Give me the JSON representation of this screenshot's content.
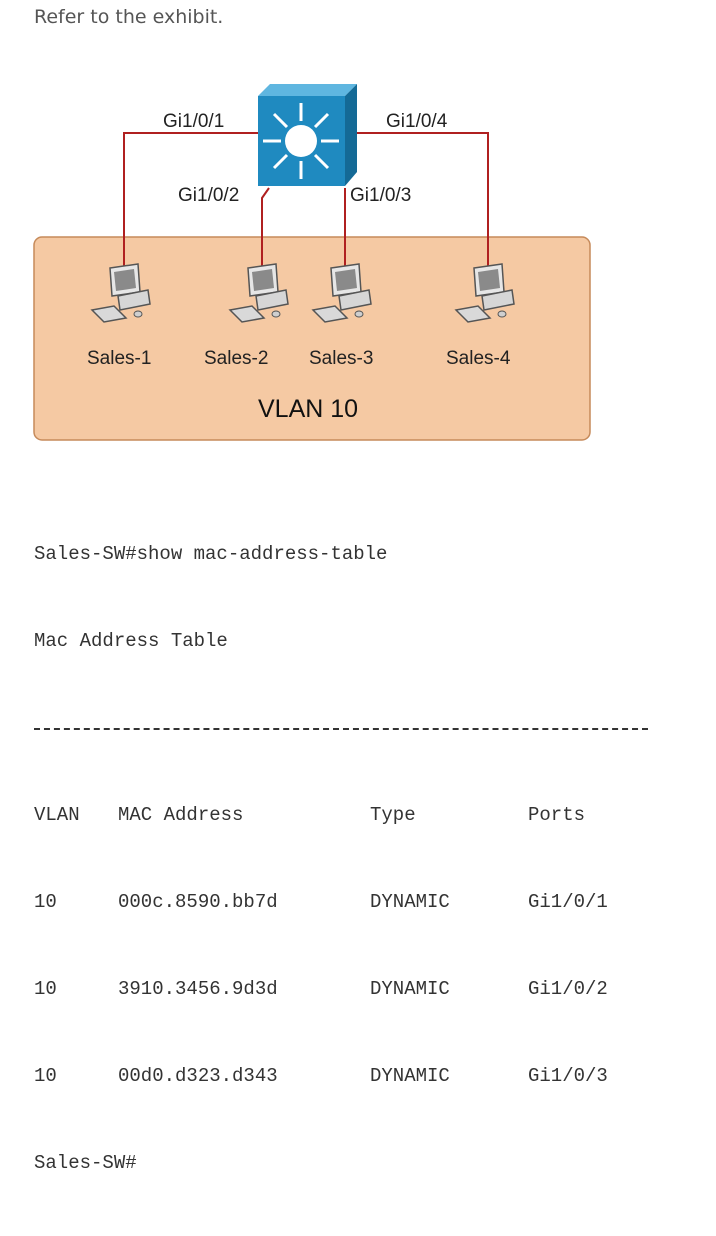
{
  "question": "Refer to the exhibit.",
  "diagram": {
    "ports": [
      "Gi1/0/1",
      "Gi1/0/2",
      "Gi1/0/3",
      "Gi1/0/4"
    ],
    "hosts": [
      "Sales-1",
      "Sales-2",
      "Sales-3",
      "Sales-4"
    ],
    "vlan_label": "VLAN 10",
    "colors": {
      "link": "#b02020",
      "vlan_fill": "#f5c9a3",
      "vlan_border": "#c68a5a",
      "switch": "#1f8ac0"
    }
  },
  "terminal": {
    "command": "Sales-SW#show mac-address-table",
    "title": "Mac Address Table",
    "headers": [
      "VLAN",
      "MAC Address",
      "Type",
      "Ports"
    ],
    "rows": [
      [
        "10",
        "000c.8590.bb7d",
        "DYNAMIC",
        "Gi1/0/1"
      ],
      [
        "10",
        "3910.3456.9d3d",
        "DYNAMIC",
        "Gi1/0/2"
      ],
      [
        "10",
        "00d0.d323.d343",
        "DYNAMIC",
        "Gi1/0/3"
      ]
    ],
    "prompt": "Sales-SW#"
  }
}
